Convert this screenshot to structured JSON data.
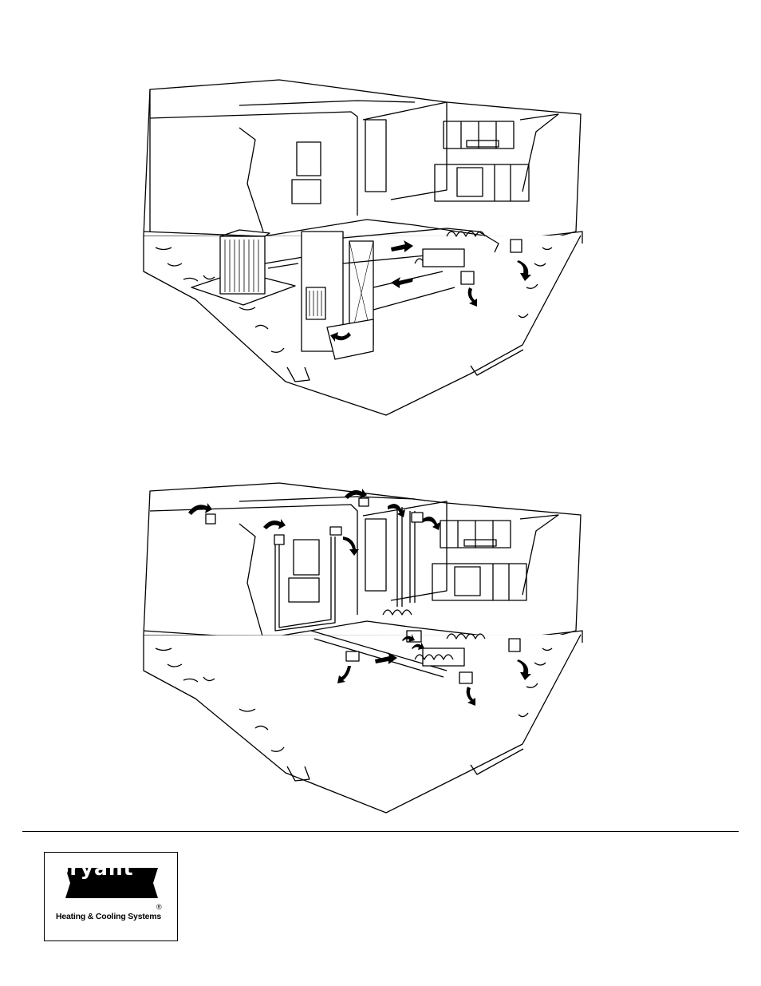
{
  "logo": {
    "brand": "bryant",
    "registered": "®",
    "tagline": "Heating & Cooling Systems",
    "badge_color": "#000000",
    "text_color": "#ffffff"
  },
  "illustrations": [
    {
      "name": "cooling-system-cutaway",
      "icon": "house-cutaway-illustration"
    },
    {
      "name": "air-distribution-cutaway",
      "icon": "house-cutaway-illustration"
    }
  ]
}
